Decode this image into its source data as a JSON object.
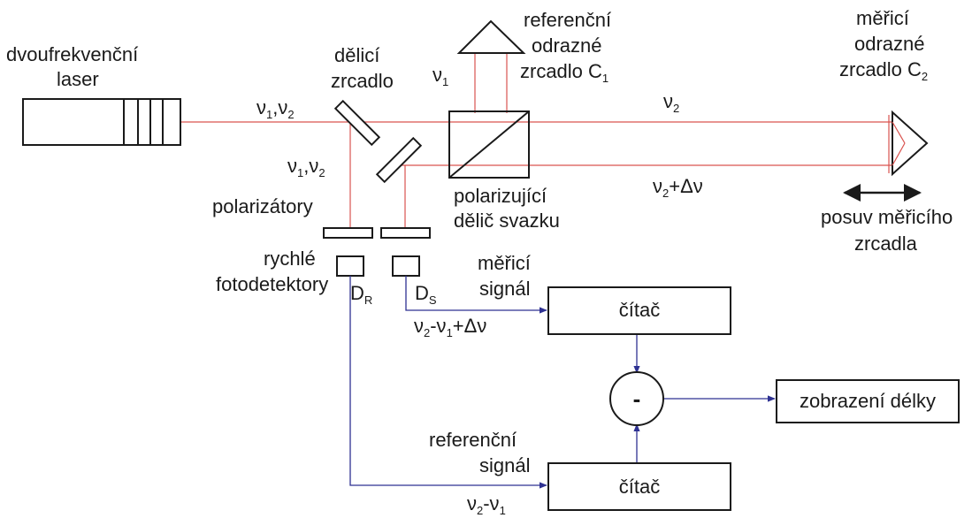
{
  "colors": {
    "beam": "#d9534f",
    "signal": "#2e3192",
    "stroke": "#1a1a1a",
    "background": "#ffffff"
  },
  "laser": {
    "line1": "dvoufrekvenční",
    "line2": "laser"
  },
  "splitter_mirror": {
    "line1": "dělicí",
    "line2": "zrcadlo"
  },
  "reference_reflector": {
    "line1": "referenční",
    "line2": "odrazné",
    "line3": "zrcadlo C",
    "sub": "1"
  },
  "measuring_reflector": {
    "line1": "měřicí",
    "line2": "odrazné",
    "line3": "zrcadlo C",
    "sub": "2"
  },
  "beams": {
    "v1": {
      "main": "ν",
      "sub": "1"
    },
    "v2": {
      "main": "ν",
      "sub": "2"
    },
    "v1v2_top": {
      "a": "ν",
      "a_sub": "1",
      "sep": ",ν",
      "b_sub": "2"
    },
    "v1v2_left": {
      "a": "ν",
      "a_sub": "1",
      "sep": ",ν",
      "b_sub": "2"
    },
    "v2dv": {
      "a": "ν",
      "a_sub": "2",
      "rest": "+Δν"
    }
  },
  "pbs": {
    "line1": "polarizující",
    "line2": "dělič svazku"
  },
  "motion": {
    "line1": "posuv měřicího",
    "line2": "zrcadla"
  },
  "polarizers": {
    "label": "polarizátory"
  },
  "detectors": {
    "line1": "rychlé",
    "line2": "fotodetektory",
    "dr": {
      "main": "D",
      "sub": "R"
    },
    "ds": {
      "main": "D",
      "sub": "S"
    }
  },
  "measuring_signal": {
    "line1": "měřicí",
    "line2": "signál",
    "formula": {
      "a": "ν",
      "a_sub": "2",
      "mid": "-ν",
      "b_sub": "1",
      "rest": "+Δν"
    }
  },
  "reference_signal": {
    "line1": "referenční",
    "line2": "signál",
    "formula": {
      "a": "ν",
      "a_sub": "2",
      "mid": "-ν",
      "b_sub": "1"
    }
  },
  "counter_top": {
    "label": "čítač"
  },
  "counter_bottom": {
    "label": "čítač"
  },
  "subtractor": {
    "label": "-"
  },
  "display": {
    "label": "zobrazení délky"
  }
}
